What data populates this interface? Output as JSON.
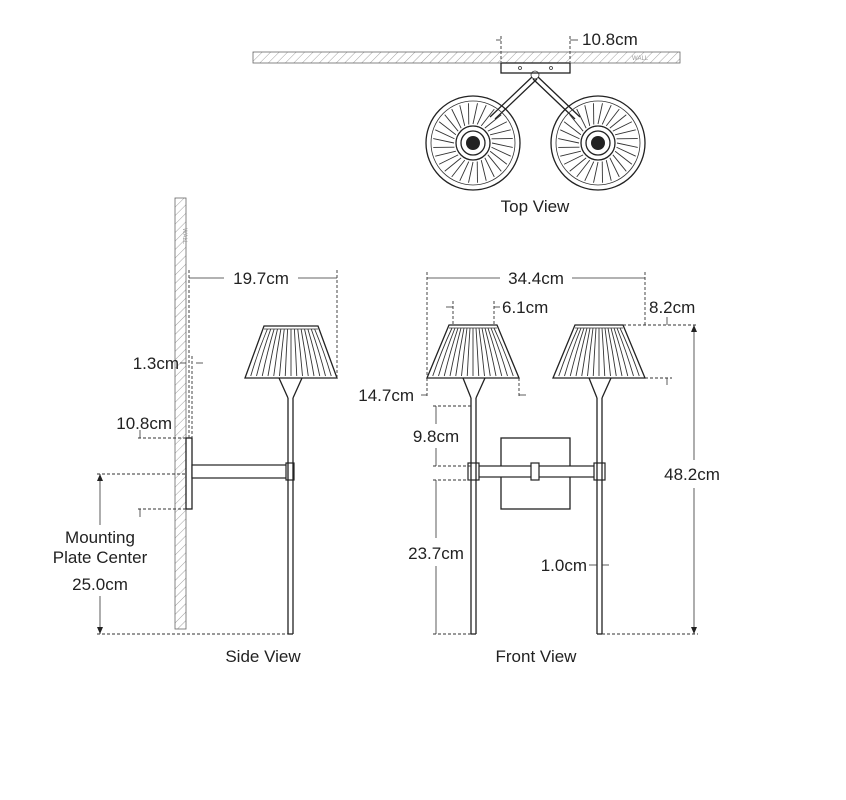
{
  "views": {
    "top": "Top View",
    "side": "Side View",
    "front": "Front View"
  },
  "wall_tag": "WALL",
  "dimensions": {
    "top_plate_width": "10.8cm",
    "side_extension": "19.7cm",
    "side_plate_offset": "1.3cm",
    "side_plate_height": "10.8cm",
    "mounting_label_1": "Mounting",
    "mounting_label_2": "Plate Center",
    "mounting_height": "25.0cm",
    "front_overall_width": "34.4cm",
    "front_shade_top": "6.1cm",
    "front_shade_height": "8.2cm",
    "front_shade_bottom": "14.7cm",
    "front_upper_stem": "9.8cm",
    "front_lower_stem": "23.7cm",
    "front_stem_width": "1.0cm",
    "front_overall_height": "48.2cm"
  }
}
